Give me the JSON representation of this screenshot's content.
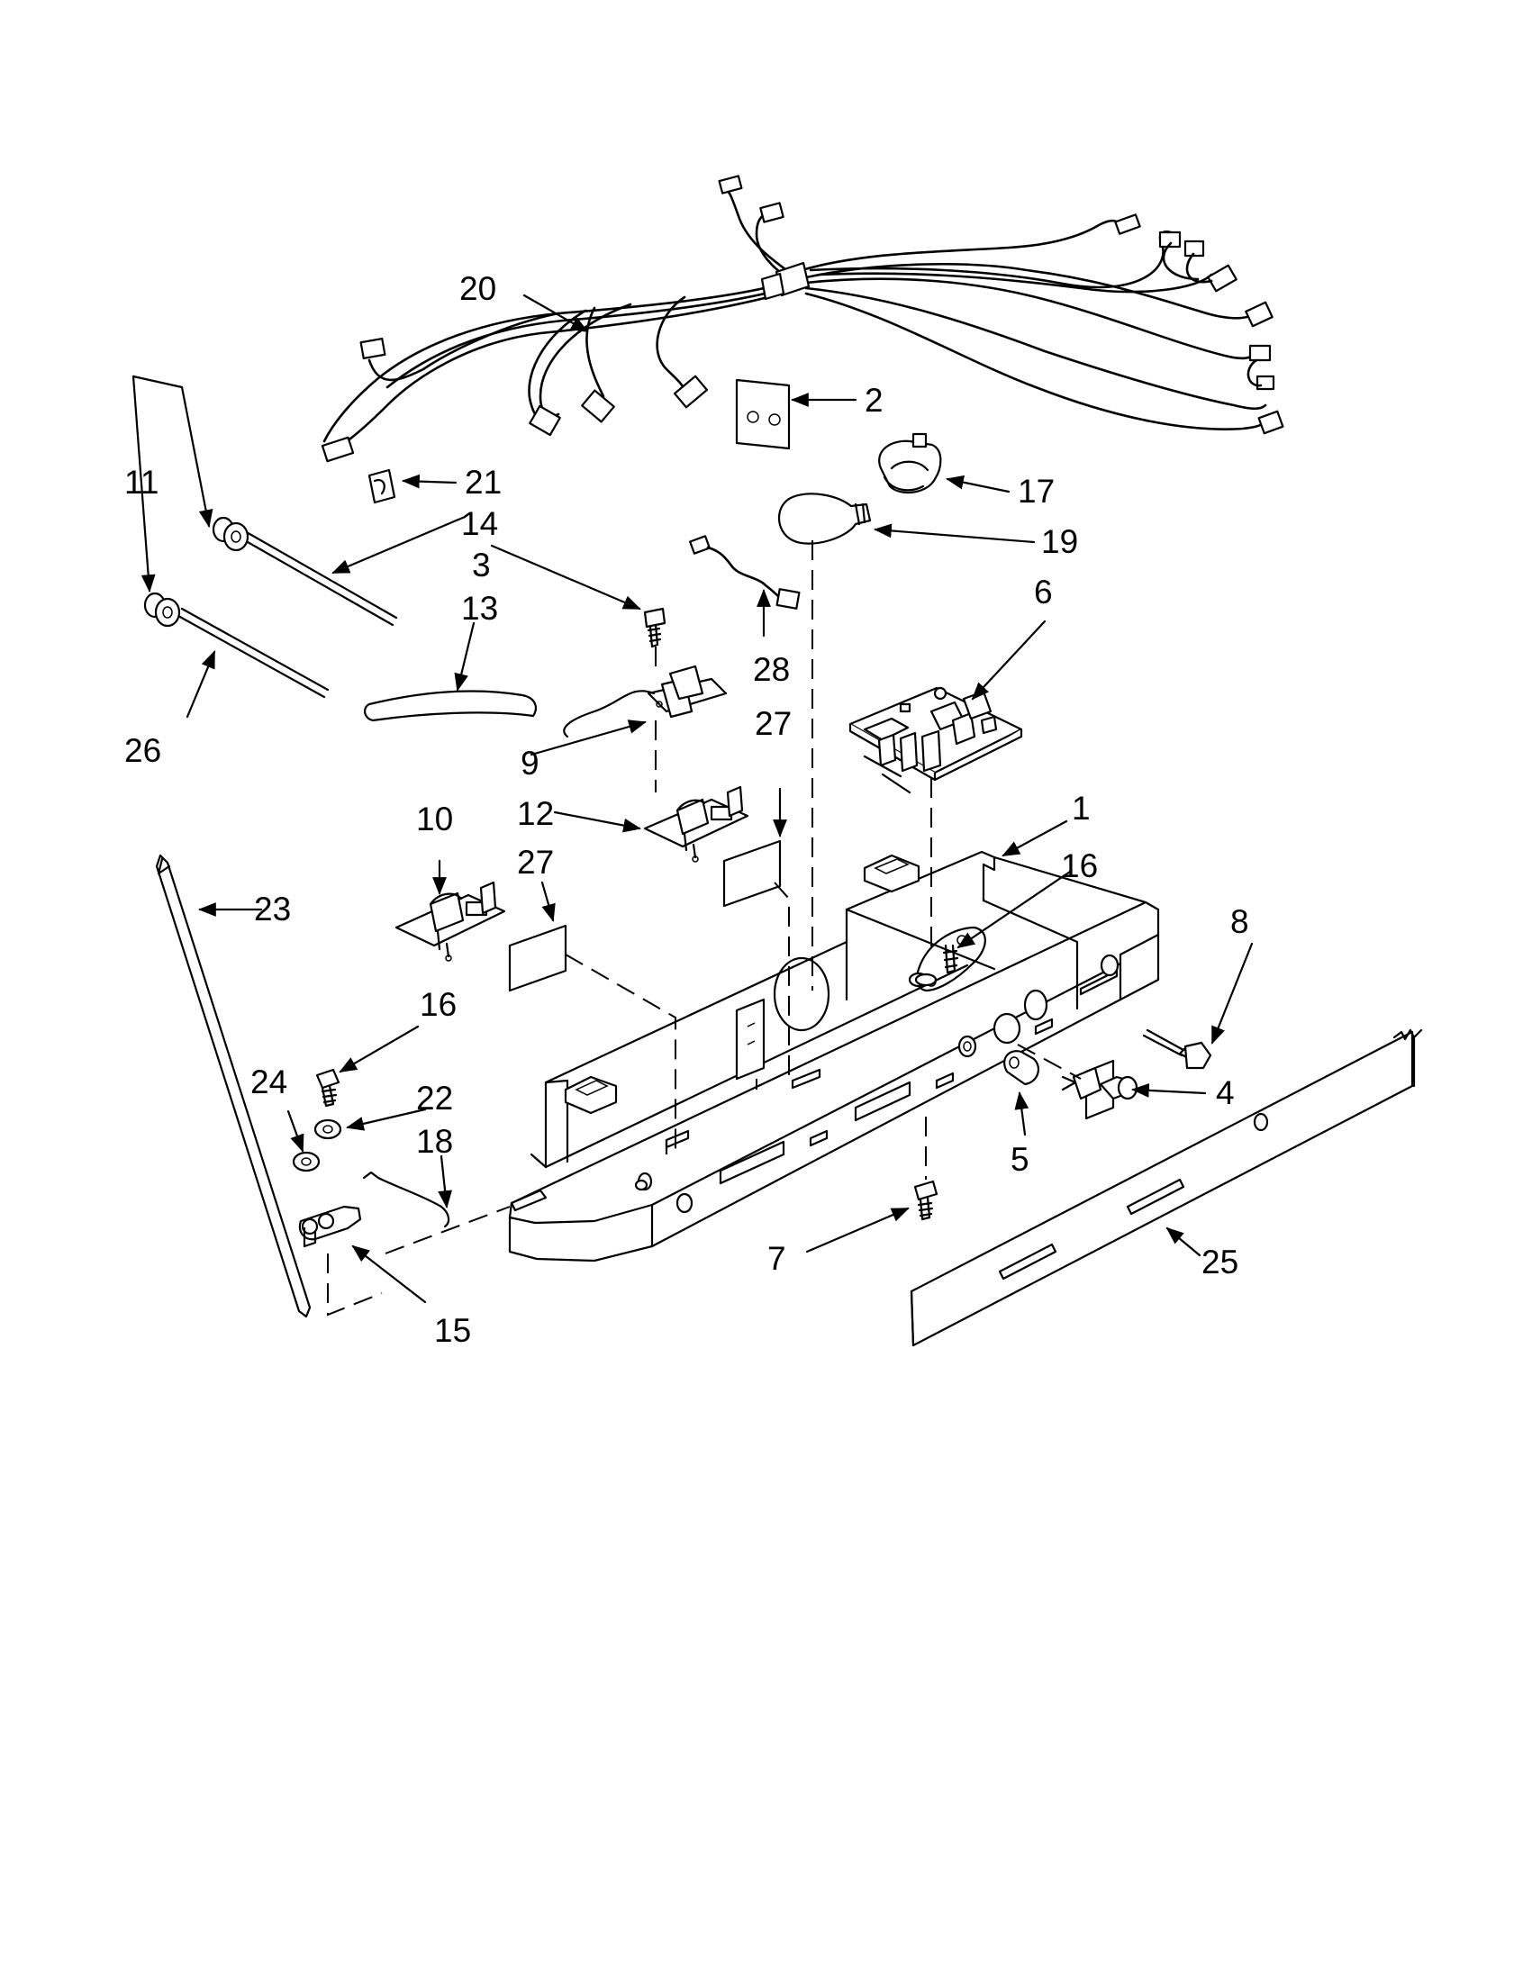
{
  "callouts": {
    "c1": "1",
    "c2": "2",
    "c3": "3",
    "c4": "4",
    "c5": "5",
    "c6": "6",
    "c7": "7",
    "c8": "8",
    "c9": "9",
    "c10": "10",
    "c11": "11",
    "c12": "12",
    "c13": "13",
    "c14": "14",
    "c15": "15",
    "c16a": "16",
    "c16b": "16",
    "c17": "17",
    "c18": "18",
    "c19": "19",
    "c20": "20",
    "c21": "21",
    "c22": "22",
    "c23": "23",
    "c24": "24",
    "c25": "25",
    "c26": "26",
    "c27a": "27",
    "c27b": "27",
    "c28": "28"
  },
  "colors": {
    "ink": "#000000",
    "paper": "#ffffff"
  }
}
